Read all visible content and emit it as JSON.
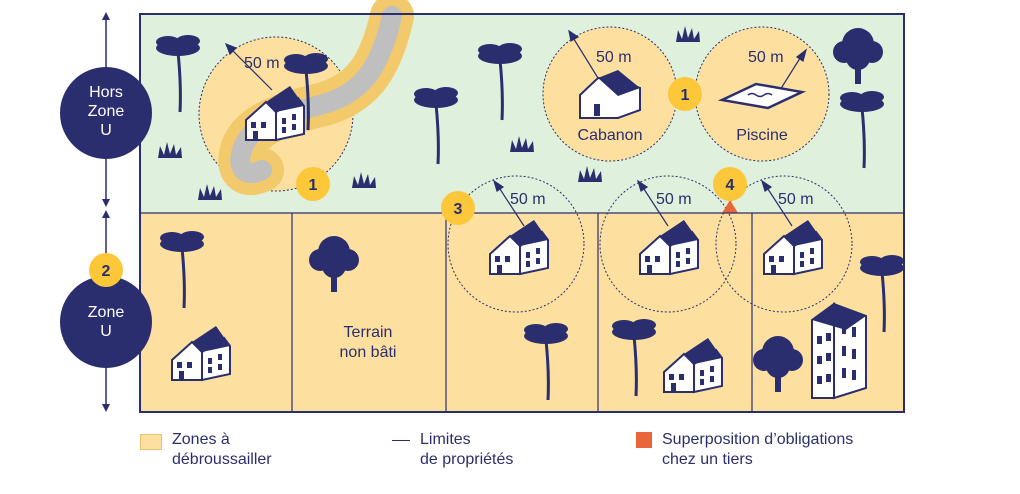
{
  "zones": {
    "hors_zone_u": "Hors\nZone\nU",
    "zone_u": "Zone\nU"
  },
  "distances": {
    "d1": "50 m",
    "d2": "50 m",
    "d3": "50 m",
    "d4": "50 m",
    "d5": "50 m",
    "d6": "50 m"
  },
  "buildings": {
    "cabanon": "Cabanon",
    "piscine": "Piscine",
    "terrain": "Terrain\nnon bâti"
  },
  "badges": {
    "b1a": "1",
    "b1b": "1",
    "b2": "2",
    "b3": "3",
    "b4": "4"
  },
  "legend": {
    "zones": "Zones à\ndébroussailler",
    "limits": "Limites\nde propriétés",
    "overlap": "Superposition d’obligations\nchez un tiers"
  },
  "colors": {
    "navy": "#2b2e6e",
    "green_bg": "#dff0dc",
    "yellow_zone": "#fde0a0",
    "badge_yellow": "#fcc83a",
    "overlap_orange": "#e8663a",
    "road_grey": "#bfbfbf"
  }
}
